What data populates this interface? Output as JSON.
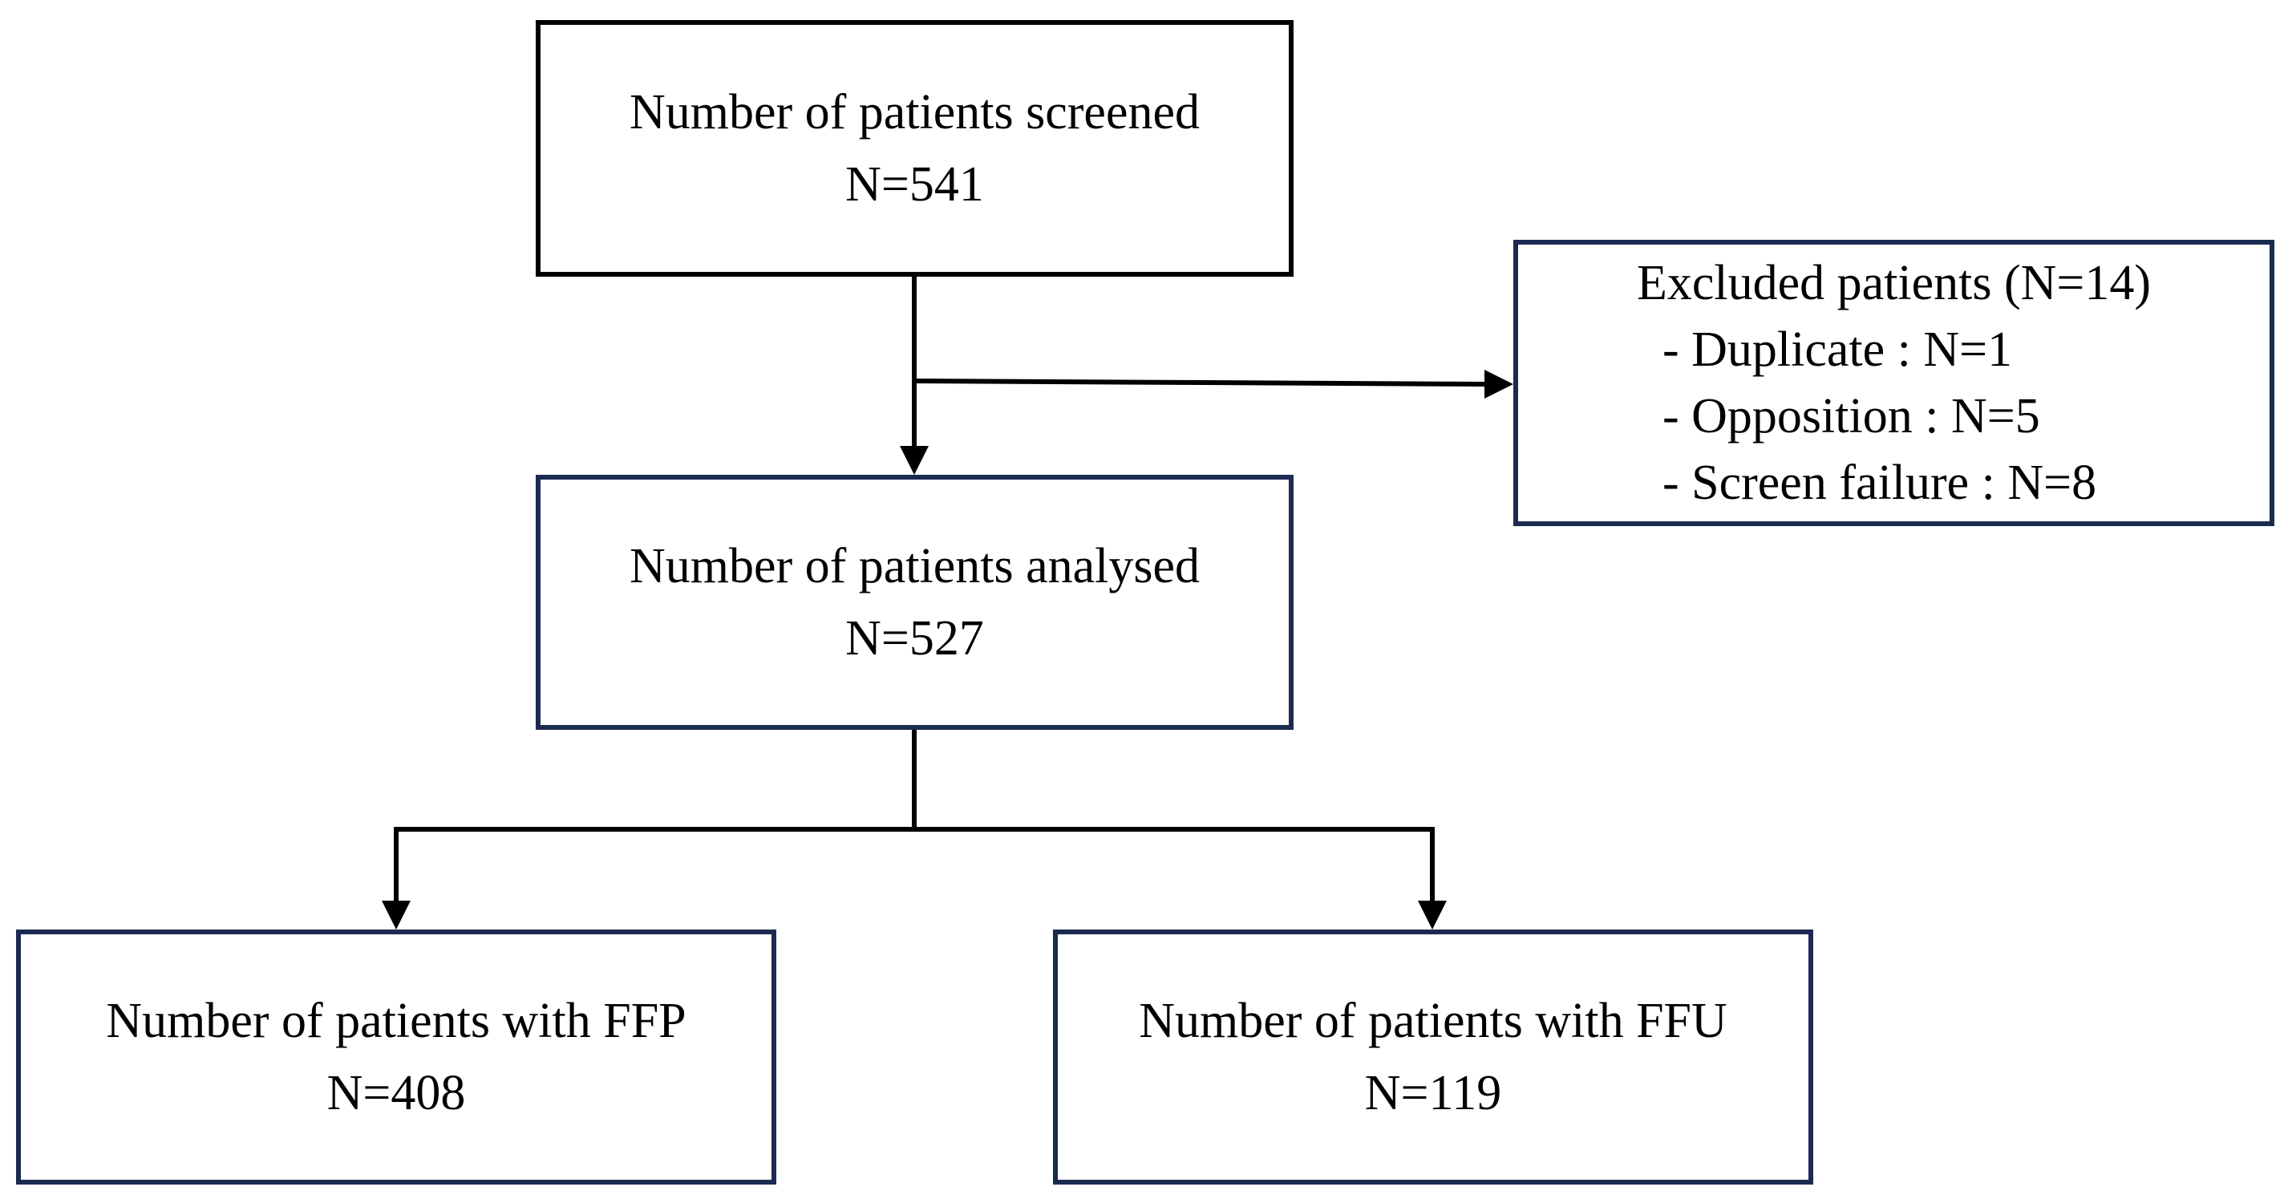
{
  "flowchart": {
    "screened": {
      "label": "Number of patients screened",
      "count": "N=541"
    },
    "excluded": {
      "title": "Excluded patients (N=14)",
      "items": [
        "- Duplicate : N=1",
        "- Opposition : N=5",
        "- Screen failure : N=8"
      ]
    },
    "analysed": {
      "label": "Number of patients analysed",
      "count": "N=527"
    },
    "ffp": {
      "label": "Number of patients with FFP",
      "count": "N=408"
    },
    "ffu": {
      "label": "Number of patients with FFU",
      "count": "N=119"
    }
  },
  "colors": {
    "line": "#000000",
    "box_border_black": "#000000",
    "box_border_navy": "#1b2a50"
  }
}
